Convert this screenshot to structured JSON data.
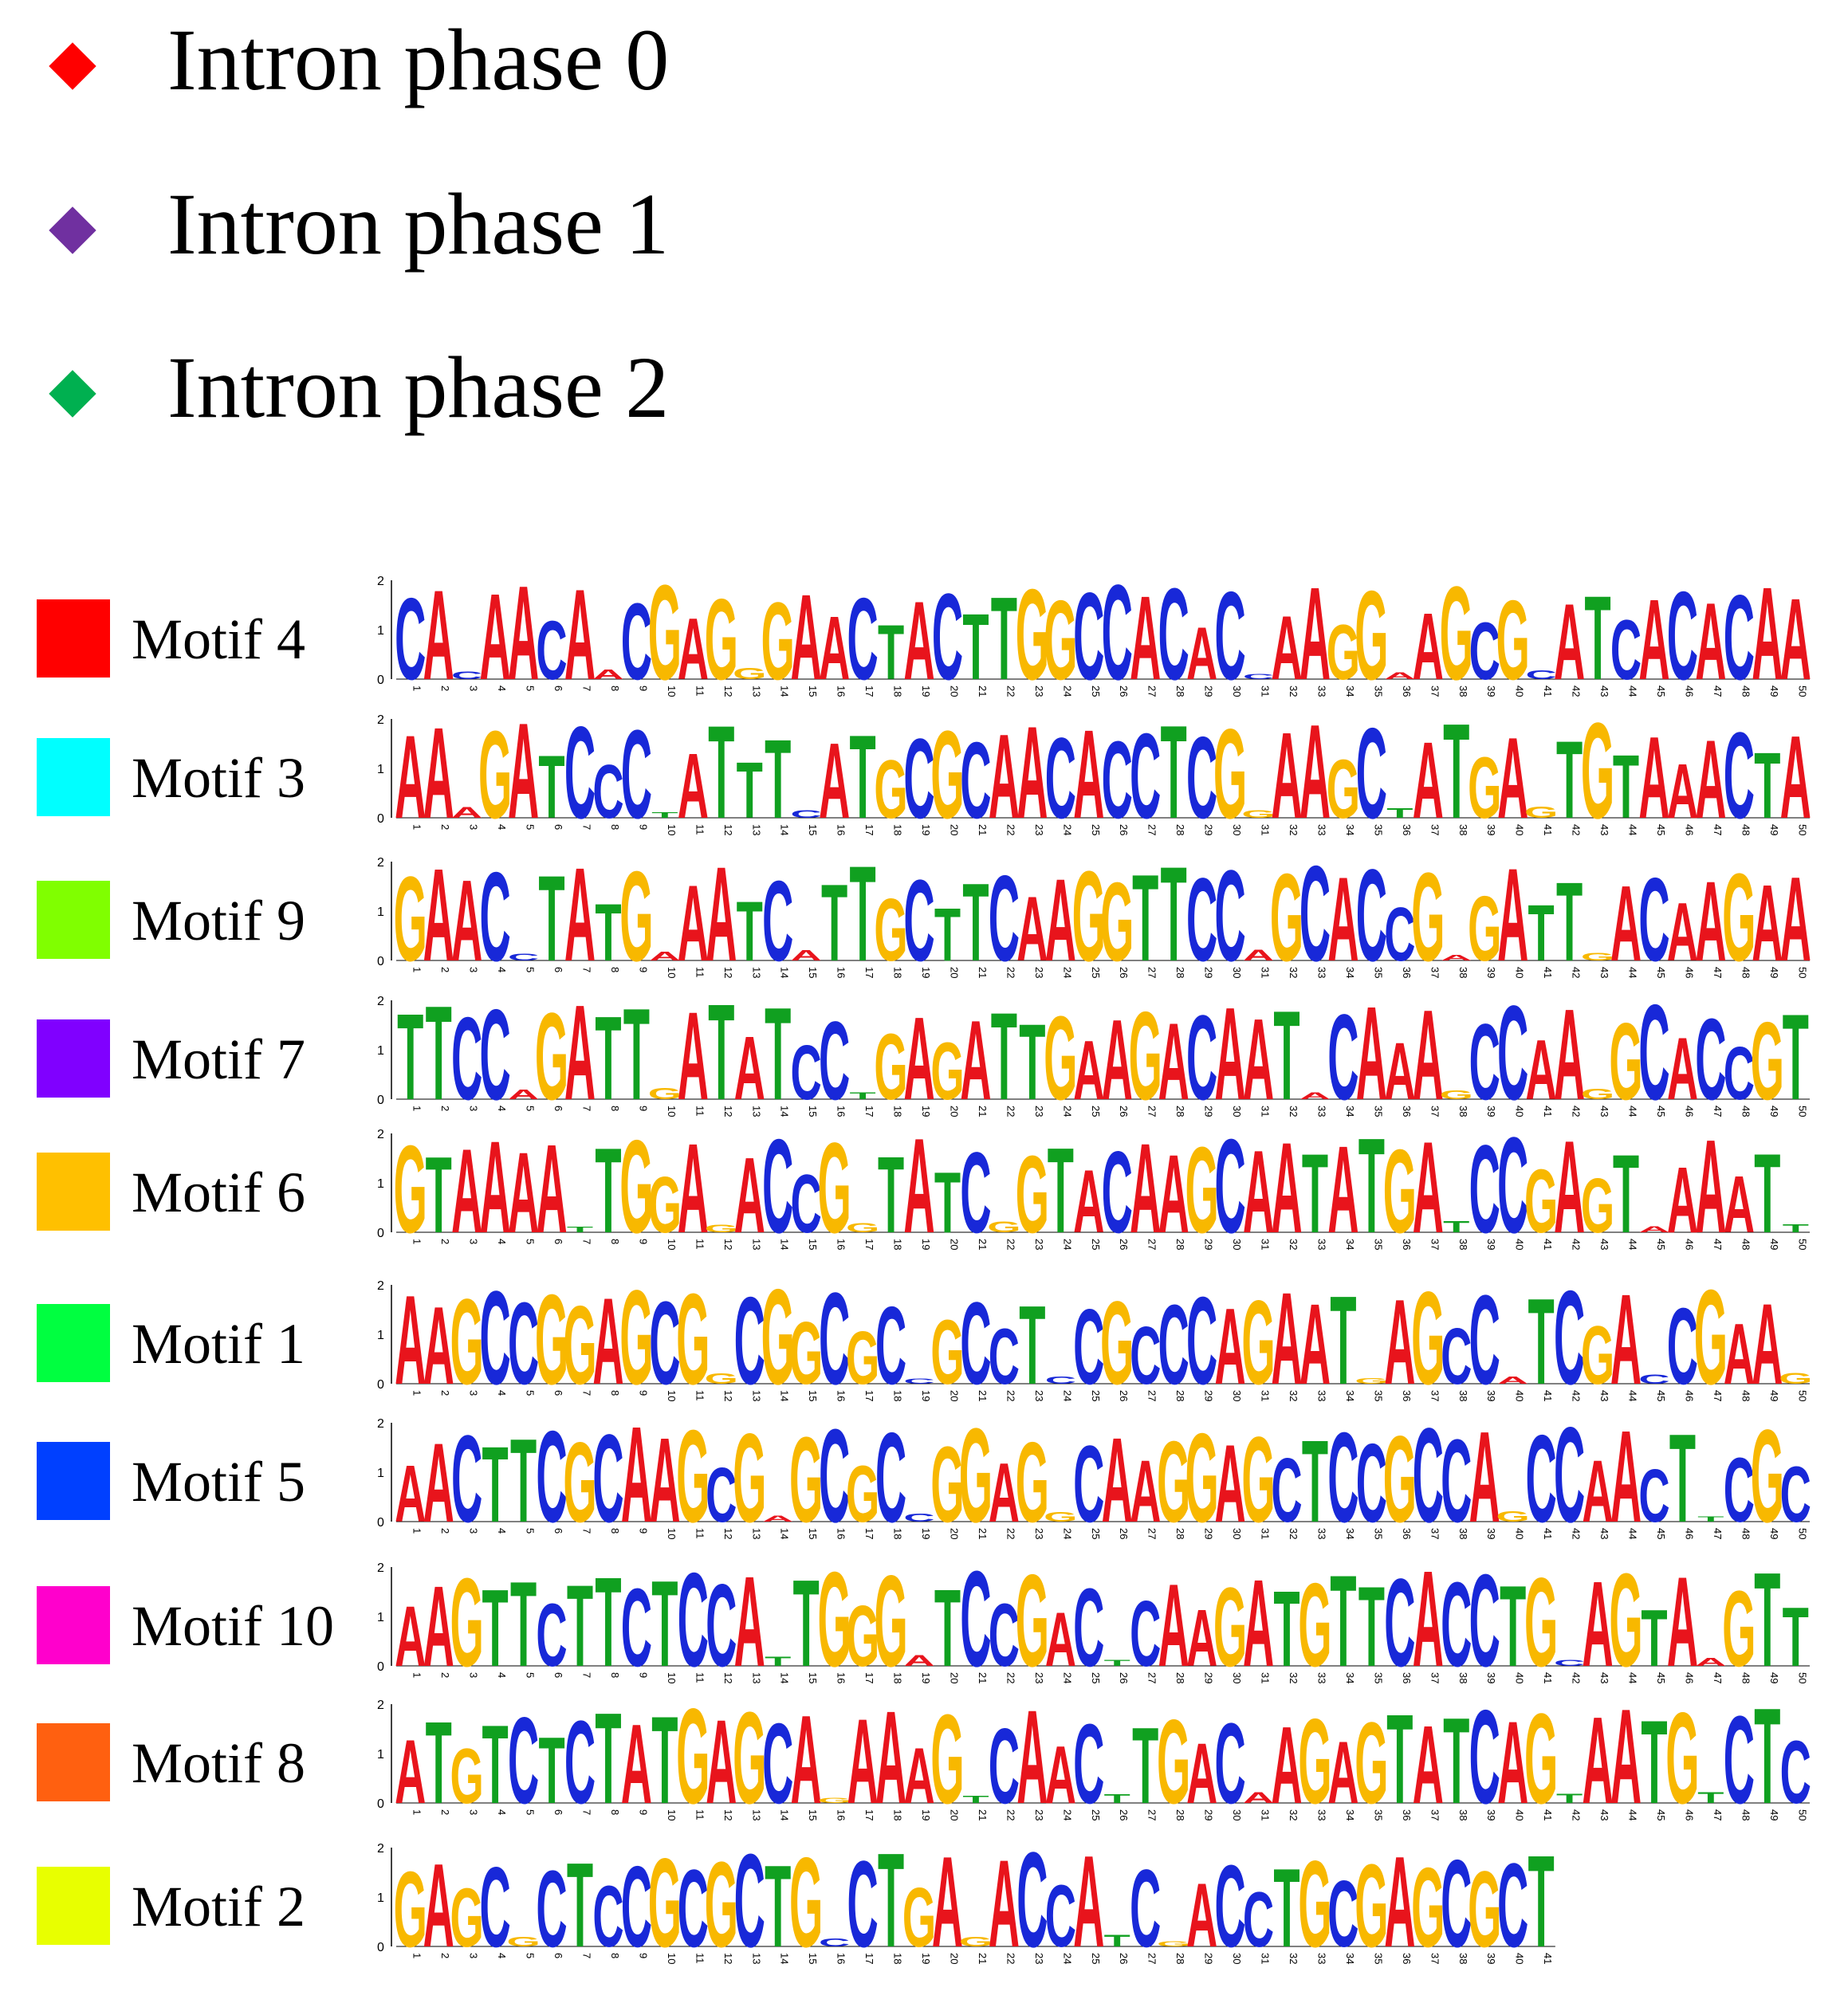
{
  "legend": {
    "phases": [
      {
        "label": "Intron phase 0",
        "color": "#ff0000"
      },
      {
        "label": "Intron phase 1",
        "color": "#7030a0"
      },
      {
        "label": "Intron phase 2",
        "color": "#00b050"
      }
    ]
  },
  "motifs": [
    {
      "name": "Motif 4",
      "color": "#ff0000",
      "length": 50,
      "consensus": "CACAACAACGAGGGAACTACTTGGCCACACCAAGGAAGCGCATCA"
    },
    {
      "name": "Motif 3",
      "color": "#00ffff",
      "length": 50,
      "consensus": "AAAGATCCCTATTTCATGCGCAACACCTCGGAAGCTATGAGTGTAAACT"
    },
    {
      "name": "Motif 9",
      "color": "#80ff00",
      "length": 50,
      "consensus": "GAACCTATGAAATCATTGCTTCAAGGTTCCAGCACCGAGATTGACAA"
    },
    {
      "name": "Motif 7",
      "color": "#8000ff",
      "length": 50,
      "consensus": "TTCCAGATTGATATCCTGAGATTGAAGACAATACAAAGCCAAGGCACCG"
    },
    {
      "name": "Motif 6",
      "color": "#ffc000",
      "length": 50,
      "consensus": "GTAAAATTGGAGACCGGTATCGGTACAAGCAATATGATCCGA"
    },
    {
      "name": "Motif 1",
      "color": "#00ff40",
      "length": 50,
      "consensus": "AAGCCGGAGCGGCGGCGCCGCCTCCGCCCAGAATGAGCCATCGACCG"
    },
    {
      "name": "Motif 5",
      "color": "#0040ff",
      "length": 50,
      "consensus": "AACTTCGCAAGCGAGCGCCGGAGGCAAGGAGCTCCGCCAGCC"
    },
    {
      "name": "Motif 10",
      "color": "#ff00cc",
      "length": 50,
      "consensus": "AAGTTCTTCTCCATTGGGATCCGACTCAAGATGTTCACCTGCAGT"
    },
    {
      "name": "Motif 8",
      "color": "#ff6010",
      "length": 50,
      "consensus": "ATGTCTCTATGAGCAGAAAGTCAACTTGACAAGAGTATCAGTA"
    },
    {
      "name": "Motif 2",
      "color": "#e8ff00",
      "length": 41,
      "consensus": "GAGCGCTCCGCGCTGCCTGAGACCATCGACCTGC"
    }
  ],
  "axis": {
    "y_ticks": [
      "0",
      "1",
      "2"
    ]
  },
  "logo_colors": {
    "A": "#e8141c",
    "C": "#1828d8",
    "G": "#f8b800",
    "T": "#10a020"
  }
}
